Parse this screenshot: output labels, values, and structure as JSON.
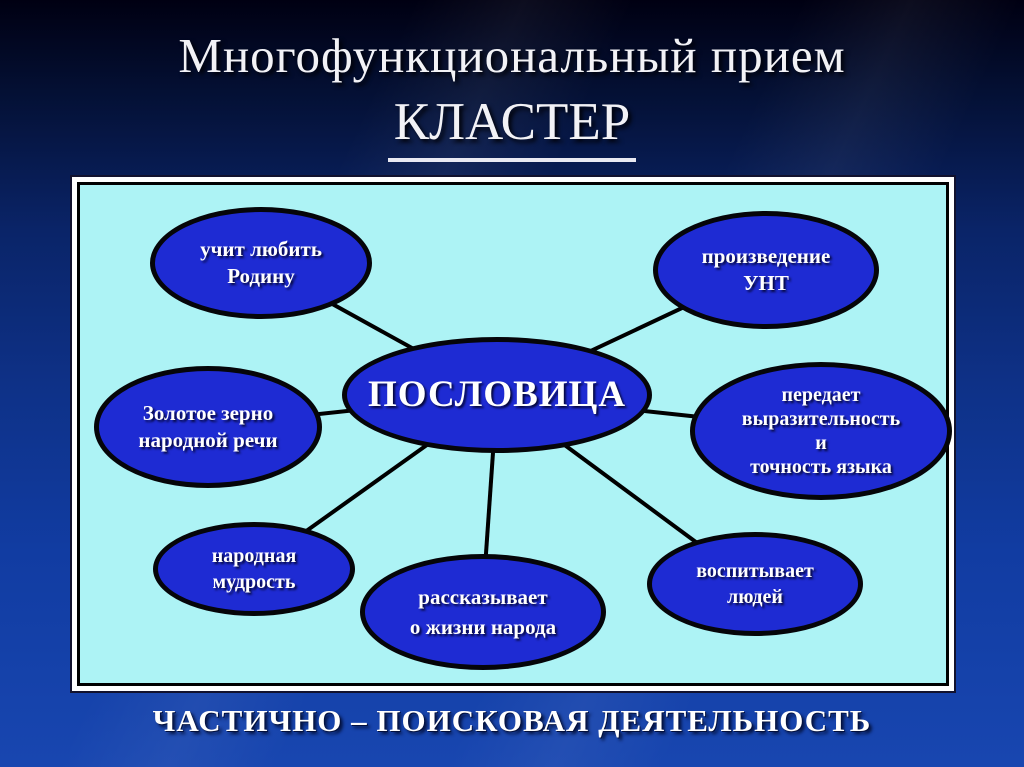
{
  "slide": {
    "title_line1": "Многофункциональный прием",
    "title_line2": "КЛАСТЕР",
    "caption": "ЧАСТИЧНО – ПОИСКОВАЯ ДЕЯТЕЛЬНОСТЬ"
  },
  "diagram": {
    "center": {
      "label": "ПОСЛОВИЦА"
    },
    "nodes": [
      {
        "id": "uchit-lyubit-rodinu",
        "label": "учит любить\nРодину"
      },
      {
        "id": "proizvedenie-unt",
        "label": "произведение\nУНТ"
      },
      {
        "id": "zolotoe-zerno",
        "label": "Золотое зерно\nнародной речи"
      },
      {
        "id": "peredaet-vyrazitelnost",
        "label": "передает\nвыразительность\nи\nточность языка"
      },
      {
        "id": "narodnaya-mudrost",
        "label": "народная\nмудрость"
      },
      {
        "id": "rasskazyvaet-o-zhizni",
        "label": "рассказывает\nо жизни народа"
      },
      {
        "id": "vospityvaet-lyudey",
        "label": "воспитывает\nлюдей"
      }
    ]
  },
  "colors": {
    "background_top": "#000012",
    "background_bottom": "#1846b0",
    "board_fill": "#adf3f5",
    "board_border_outer": "#ffffff",
    "board_border_inner": "#000000",
    "node_fill": "#1e2bd3",
    "node_border": "#050509",
    "connector": "#000000",
    "text": "#ffffff"
  }
}
